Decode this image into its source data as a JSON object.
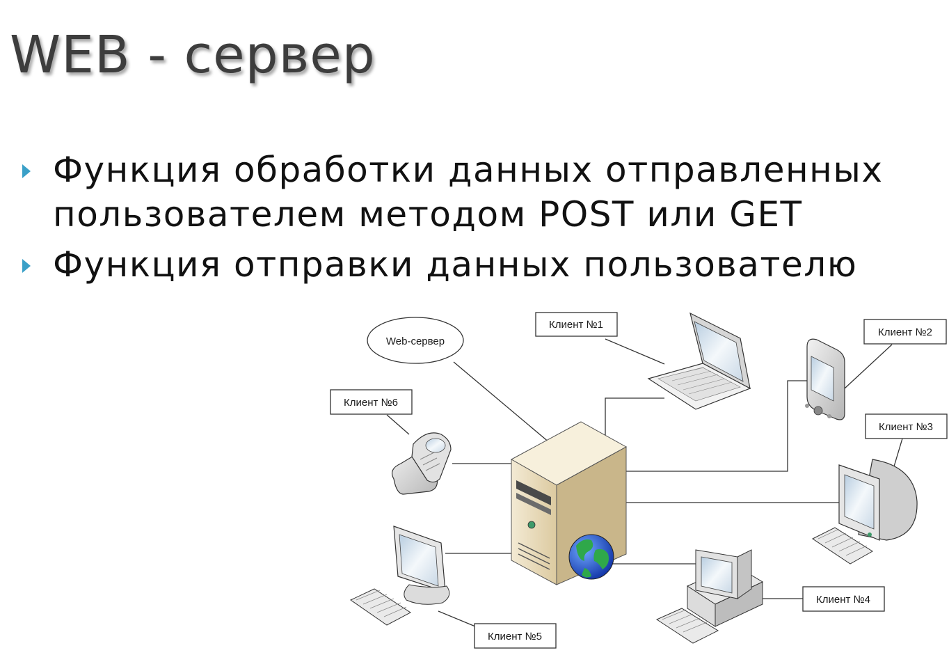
{
  "title": "WEB - сервер",
  "bullets": [
    "Функция обработки данных отправленных пользователем методом POST или GET",
    "Функция отправки данных пользователю"
  ],
  "diagram": {
    "server_label": "Web-сервер",
    "clients": [
      "Клиент №1",
      "Клиент №2",
      "Клиент №3",
      "Клиент №4",
      "Клиент №5",
      "Клиент №6"
    ]
  },
  "colors": {
    "bullet": "#3aa0c8",
    "title": "#3d3d3d",
    "server_body": "#e8dcc0"
  }
}
